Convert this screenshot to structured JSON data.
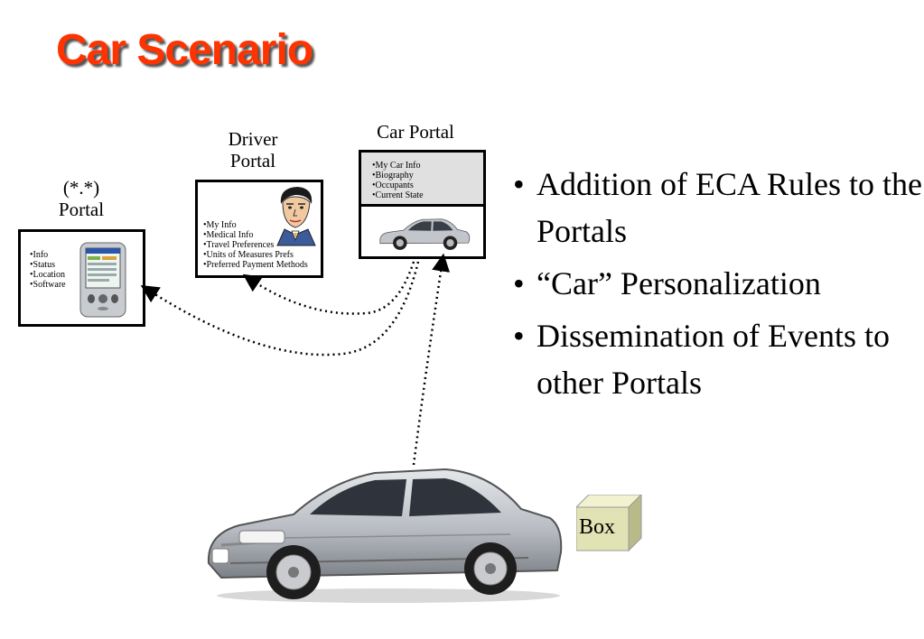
{
  "title": "Car Scenario",
  "generic_portal": {
    "label_line1": "(*.*)",
    "label_line2": "Portal",
    "items": [
      "Info",
      "Status",
      "Location",
      "Software"
    ]
  },
  "driver_portal": {
    "label_line1": "Driver",
    "label_line2": "Portal",
    "items": [
      "My Info",
      "Medical Info",
      "Travel Preferences",
      "Units of Measures Prefs",
      "Preferred Payment Methods"
    ]
  },
  "car_portal": {
    "label": "Car Portal",
    "items": [
      "My Car Info",
      "Biography",
      "Occupants",
      "Current State"
    ]
  },
  "bullets": [
    "Addition of ECA Rules to the Portals",
    "“Car” Personalization",
    "Dissemination of Events to other Portals"
  ],
  "box_label": "Box",
  "colors": {
    "title": "#ff3300",
    "car_body": "#bfc3c8",
    "box_face": "#e2e3b4",
    "car_portal_panel": "#e0e0e0"
  }
}
